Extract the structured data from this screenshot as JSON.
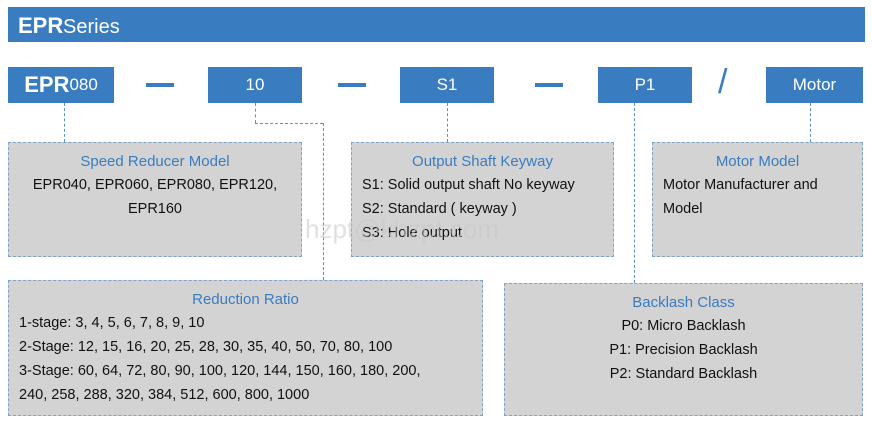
{
  "header": {
    "part1": "EPR",
    "part2": "Series"
  },
  "code": {
    "model_prefix": "EPR",
    "model_size": "080",
    "ratio": "10",
    "shaft": "S1",
    "backlash": "P1",
    "motor": "Motor",
    "slash": "/"
  },
  "speed_reducer": {
    "title": "Speed Reducer Model",
    "lines": [
      "EPR040, EPR060, EPR080, EPR120,",
      "EPR160"
    ]
  },
  "output_shaft": {
    "title": "Output Shaft Keyway",
    "lines": [
      "S1: Solid output shaft No keyway",
      "S2: Standard ( keyway )",
      "S3: Hole output"
    ]
  },
  "motor_model": {
    "title": "Motor Model",
    "lines": [
      "Motor Manufacturer and",
      "Model"
    ]
  },
  "reduction_ratio": {
    "title": "Reduction Ratio",
    "lines": [
      "1-stage: 3, 4, 5, 6, 7, 8, 9, 10",
      "2-Stage: 12, 15, 16, 20, 25, 28, 30, 35, 40, 50, 70, 80, 100",
      "3-Stage: 60, 64, 72, 80, 90, 100, 120, 144, 150, 160, 180, 200,",
      "240, 258, 288, 320, 384, 512, 600, 800, 1000"
    ]
  },
  "backlash_class": {
    "title": "Backlash Class",
    "lines": [
      "P0: Micro Backlash",
      "P1: Precision Backlash",
      "P2: Standard Backlash"
    ]
  },
  "watermark": "hzpt@khzpt.com",
  "colors": {
    "brand_blue": "#3a7cc0",
    "box_gray": "#d3d3d3"
  }
}
